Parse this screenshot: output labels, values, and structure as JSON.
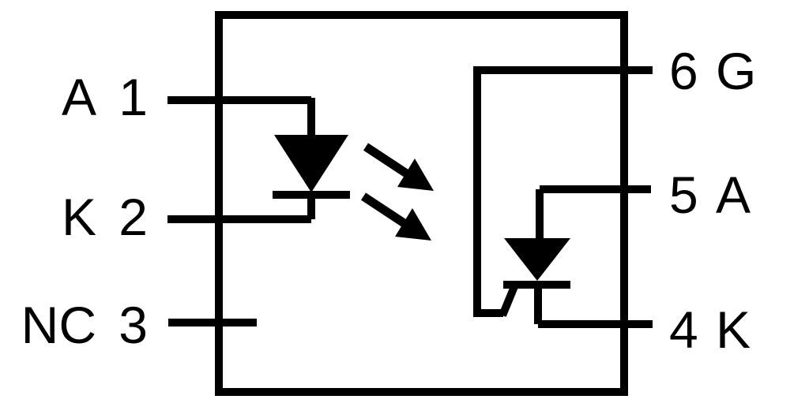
{
  "colors": {
    "ink": "#000000",
    "background": "#ffffff"
  },
  "schematic": {
    "pins_left": [
      {
        "signal": "A",
        "number": "1"
      },
      {
        "signal": "K",
        "number": "2"
      },
      {
        "signal": "NC",
        "number": "3"
      }
    ],
    "pins_right": [
      {
        "number": "6",
        "signal": "G"
      },
      {
        "number": "5",
        "signal": "A"
      },
      {
        "number": "4",
        "signal": "K"
      }
    ]
  },
  "icons": {
    "emitter": "led-diode-icon",
    "detector": "scr-thyristor-icon",
    "coupling": "light-emission-arrows-icon",
    "package": "component-package-outline"
  }
}
